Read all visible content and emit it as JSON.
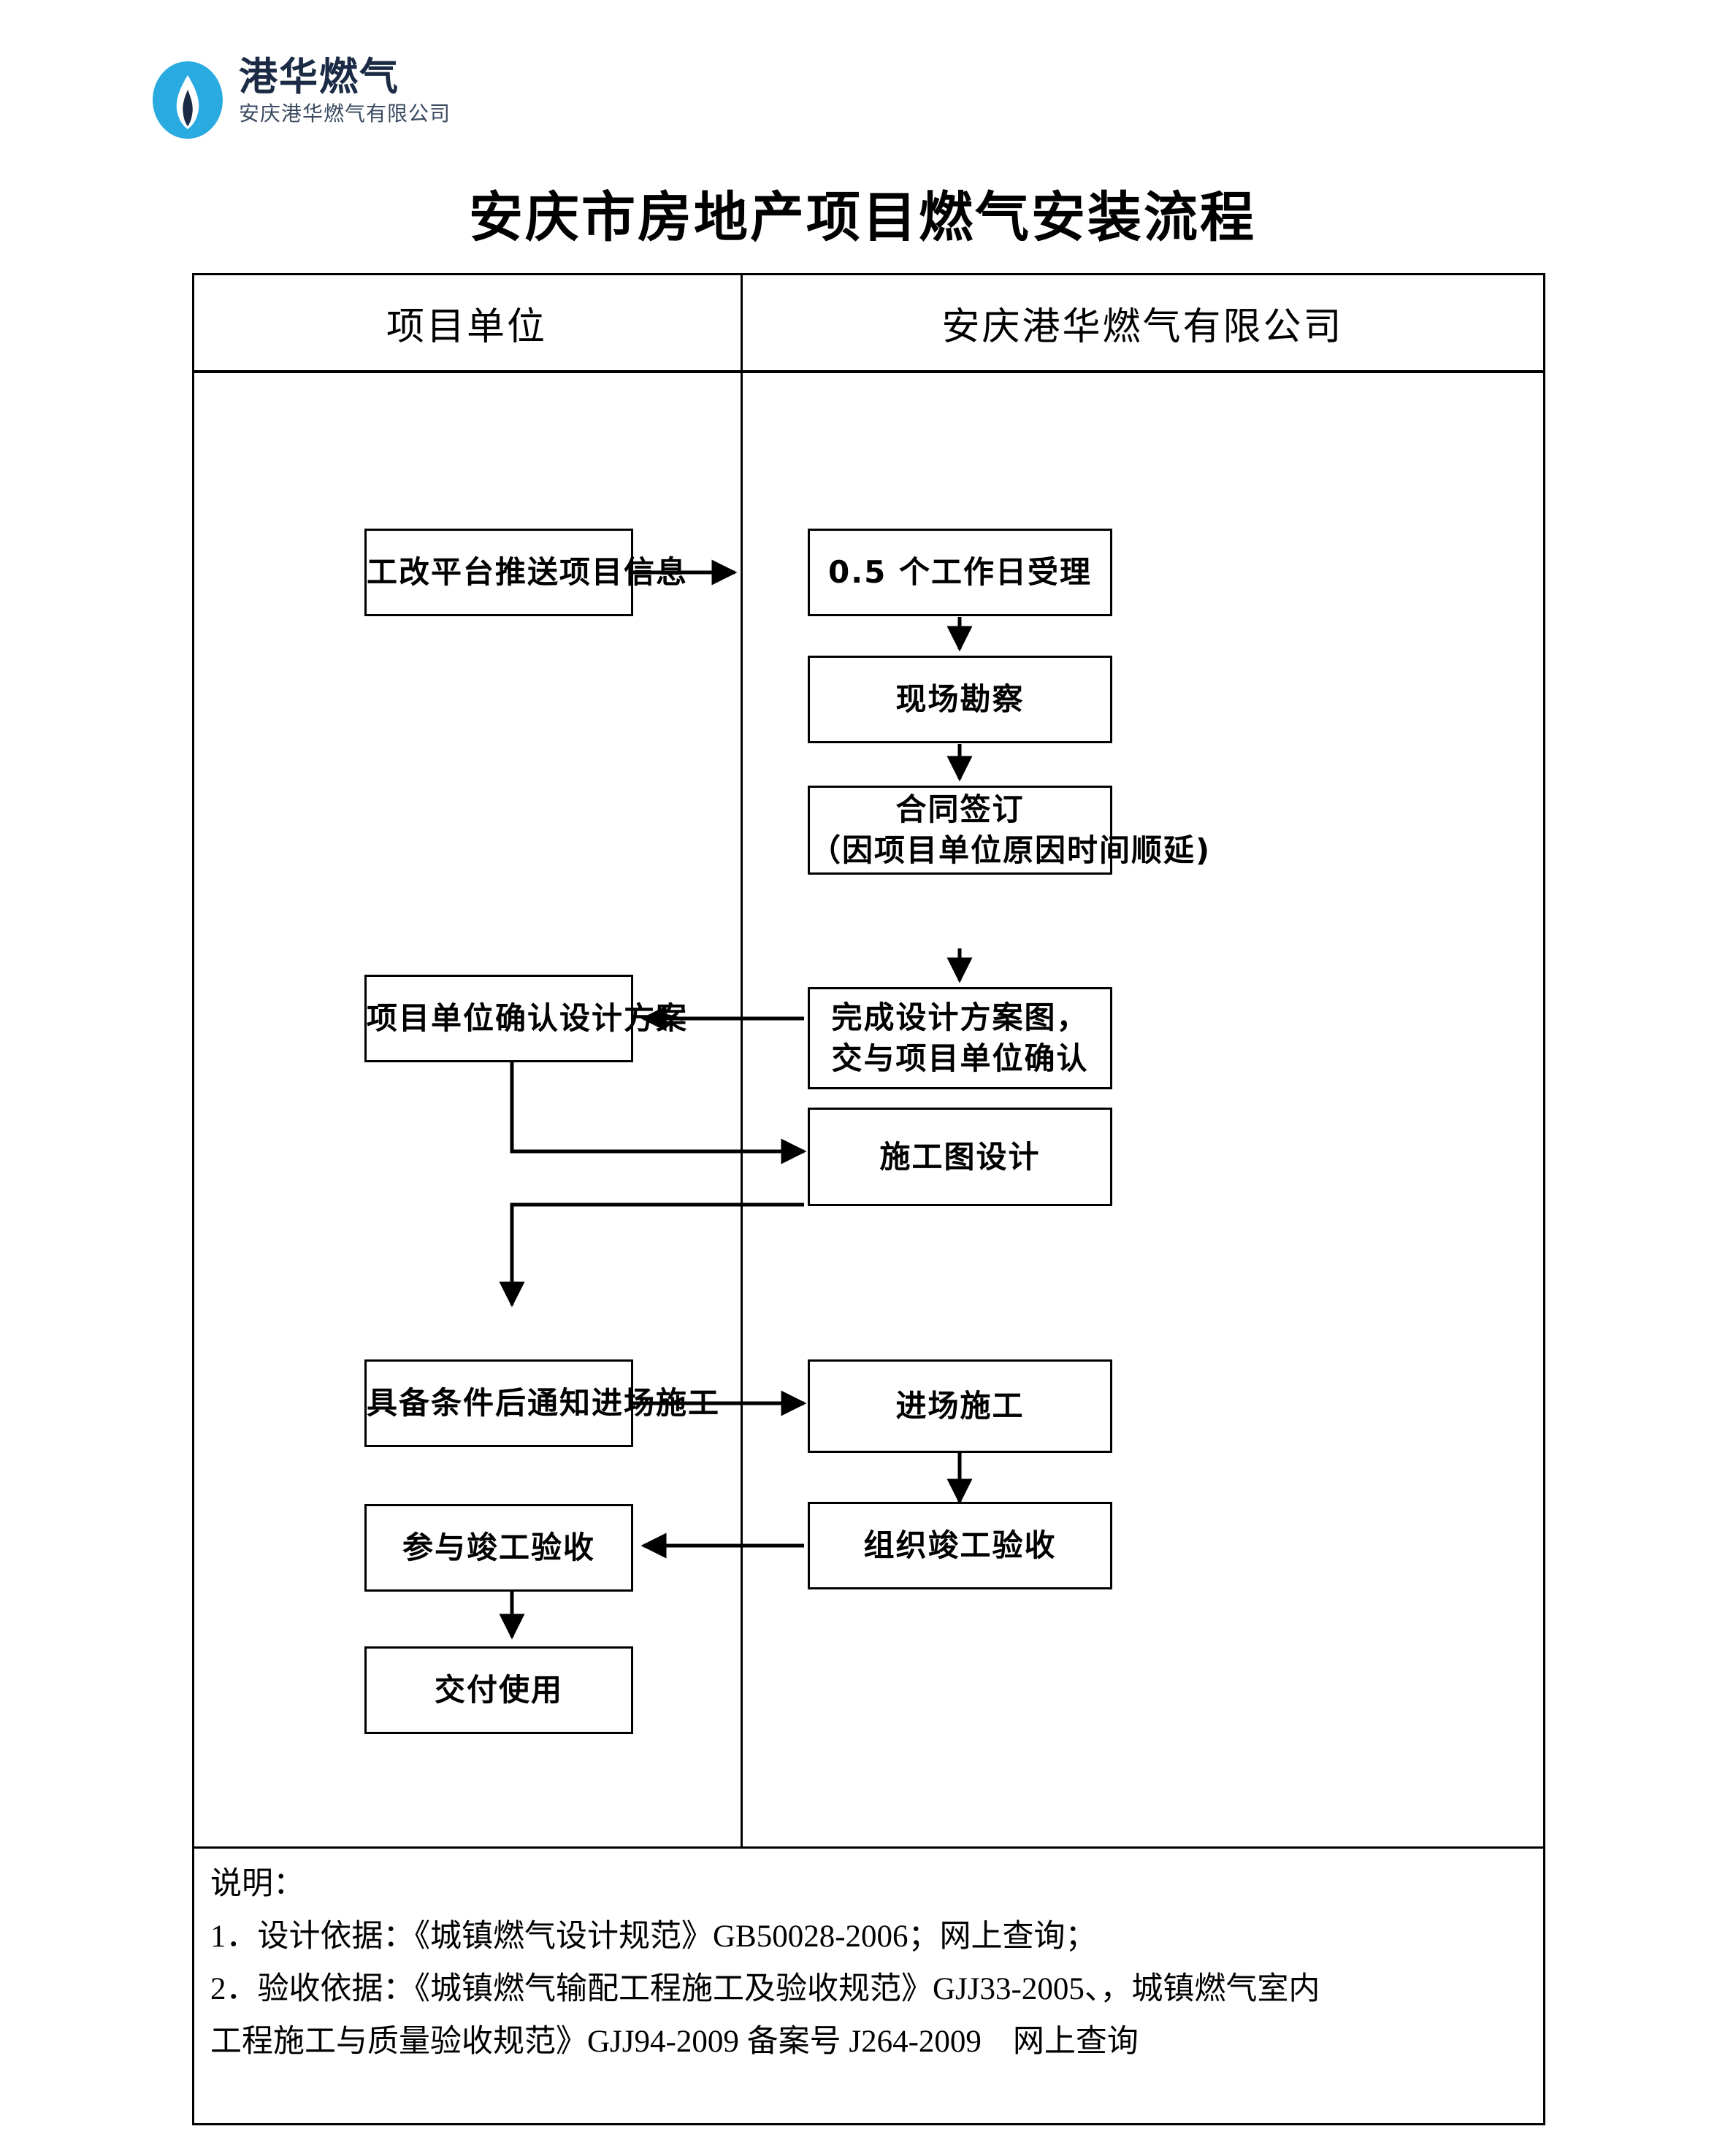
{
  "logo": {
    "brand_cn": "港华燃气",
    "company_cn": "安庆港华燃气有限公司",
    "mark_color": "#29abe2",
    "text_color": "#1b2b45"
  },
  "title": "安庆市房地产项目燃气安装流程",
  "columns": {
    "left_header": "项目单位",
    "right_header": "安庆港华燃气有限公司"
  },
  "nodes": {
    "push_project_info": "工改平台推送项目信息",
    "accept_half_day": "0.5 个工作日受理",
    "site_survey": "现场勘察",
    "contract_sign_line1": "合同签订",
    "contract_sign_line2": "（因项目单位原因时间顺延)",
    "confirm_design": "项目单位确认设计方案",
    "finish_design_line1": "完成设计方案图，",
    "finish_design_line2": "交与项目单位确认",
    "construction_drawing": "施工图设计",
    "notify_entry": "具备条件后通知进场施工",
    "enter_construction": "进场施工",
    "join_acceptance": "参与竣工验收",
    "organize_acceptance": "组织竣工验收",
    "deliver_use": "交付使用"
  },
  "notes": {
    "heading": "说明：",
    "line1": "1．设计依据：《城镇燃气设计规范》GB50028-2006；网上查询；",
    "line2": "2．验收依据：《城镇燃气输配工程施工及验收规范》GJJ33-2005、，城镇燃气室内",
    "line3": "工程施工与质量验收规范》GJJ94-2009 备案号 J264-2009　网上查询"
  }
}
